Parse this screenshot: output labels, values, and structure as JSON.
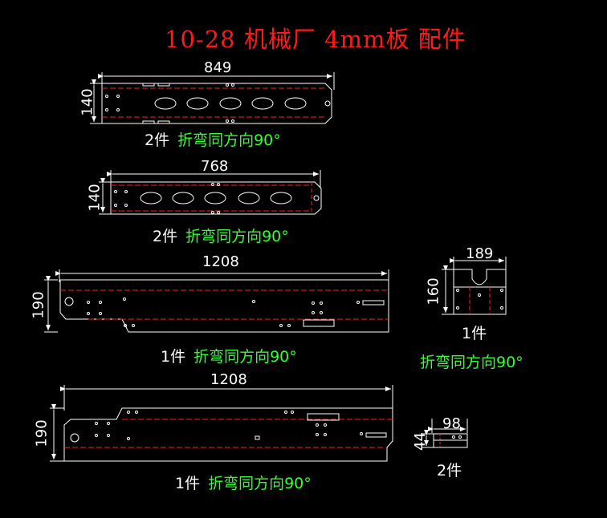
{
  "title": "10-28 机械厂 4mm板 配件",
  "parts": [
    {
      "id": "p1",
      "width": "849",
      "height": "140",
      "qty": "2件",
      "bend": "折弯同方向90°"
    },
    {
      "id": "p2",
      "width": "768",
      "height": "140",
      "qty": "2件",
      "bend": "折弯同方向90°"
    },
    {
      "id": "p3",
      "width": "1208",
      "height": "190",
      "qty": "1件",
      "bend": "折弯同方向90°"
    },
    {
      "id": "p4",
      "width": "189",
      "height": "160",
      "qty": "1件",
      "bend": "折弯同方向90°"
    },
    {
      "id": "p5",
      "width": "1208",
      "height": "190",
      "qty": "1件",
      "bend": "折弯同方向90°"
    },
    {
      "id": "p6",
      "width": "98",
      "height": "44",
      "qty": "2件"
    }
  ],
  "colors": {
    "outline": "#ffffff",
    "bend_line": "#ff2020",
    "title": "#ff1a1a",
    "note": "#33ff33",
    "background": "#000000"
  }
}
